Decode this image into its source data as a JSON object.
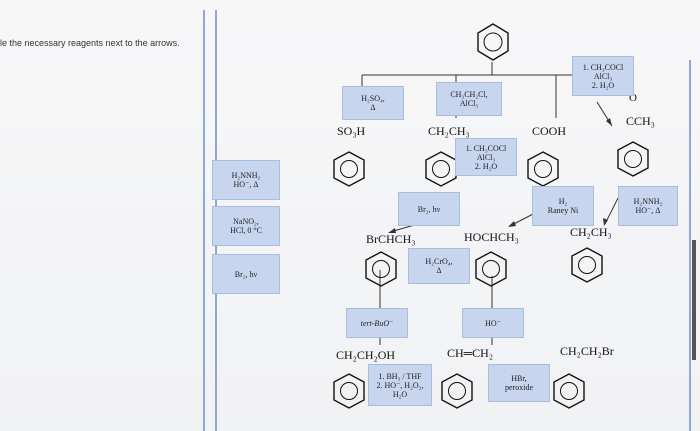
{
  "instruction_text": "le the necessary reagents next to the arrows.",
  "side_reagents": [
    {
      "lines": [
        "H₂NNH₂",
        "HO⁻, Δ"
      ]
    },
    {
      "lines": [
        "NaNO₂,",
        "HCl, 0 °C"
      ]
    },
    {
      "lines": [
        "Br₂, hν"
      ]
    }
  ],
  "placed_reagents": {
    "sulfonation": [
      "H₂SO₄,",
      "Δ"
    ],
    "friedel_crafts_alkyl": [
      "CH₃CH₂Cl,",
      "AlCl₃"
    ],
    "acylation_top": [
      "1. CH₃COCl",
      "AlCl₃",
      "2. H₂O"
    ],
    "acylation_mid": [
      "1. CH₃COCl",
      "AlCl₃",
      "2. H₂O"
    ],
    "bromination": [
      "Br₂, hν"
    ],
    "raney": [
      "H₂",
      "Raney Ni"
    ],
    "wolff_kishner": [
      "H₂NNH₂",
      "HO⁻, Δ"
    ],
    "chromic": [
      "H₂CrO₄,",
      "Δ"
    ],
    "tertbuo": [
      "tert-BuO⁻"
    ],
    "hydroxide": [
      "HO⁻"
    ],
    "hydroboration": [
      "1. BH₃ / THF",
      "2. HO⁻, H₂O₂,",
      "H₂O"
    ],
    "hbr": [
      "HBr,",
      "peroxide"
    ]
  },
  "compound_labels": {
    "so3h": "SO₃H",
    "ethyl": "CH₂CH₃",
    "cooh": "COOH",
    "acetyl_o": "O",
    "acetyl": "CCH₃",
    "ethyl_right": "CH₂CH₃",
    "brchch3": "BrCHCH₃",
    "hochch3": "HOCHCH₃",
    "ch2ch2oh": "CH₂CH₂OH",
    "vinyl": "CH═CH₂",
    "ch2ch2br": "CH₂CH₂Br"
  }
}
